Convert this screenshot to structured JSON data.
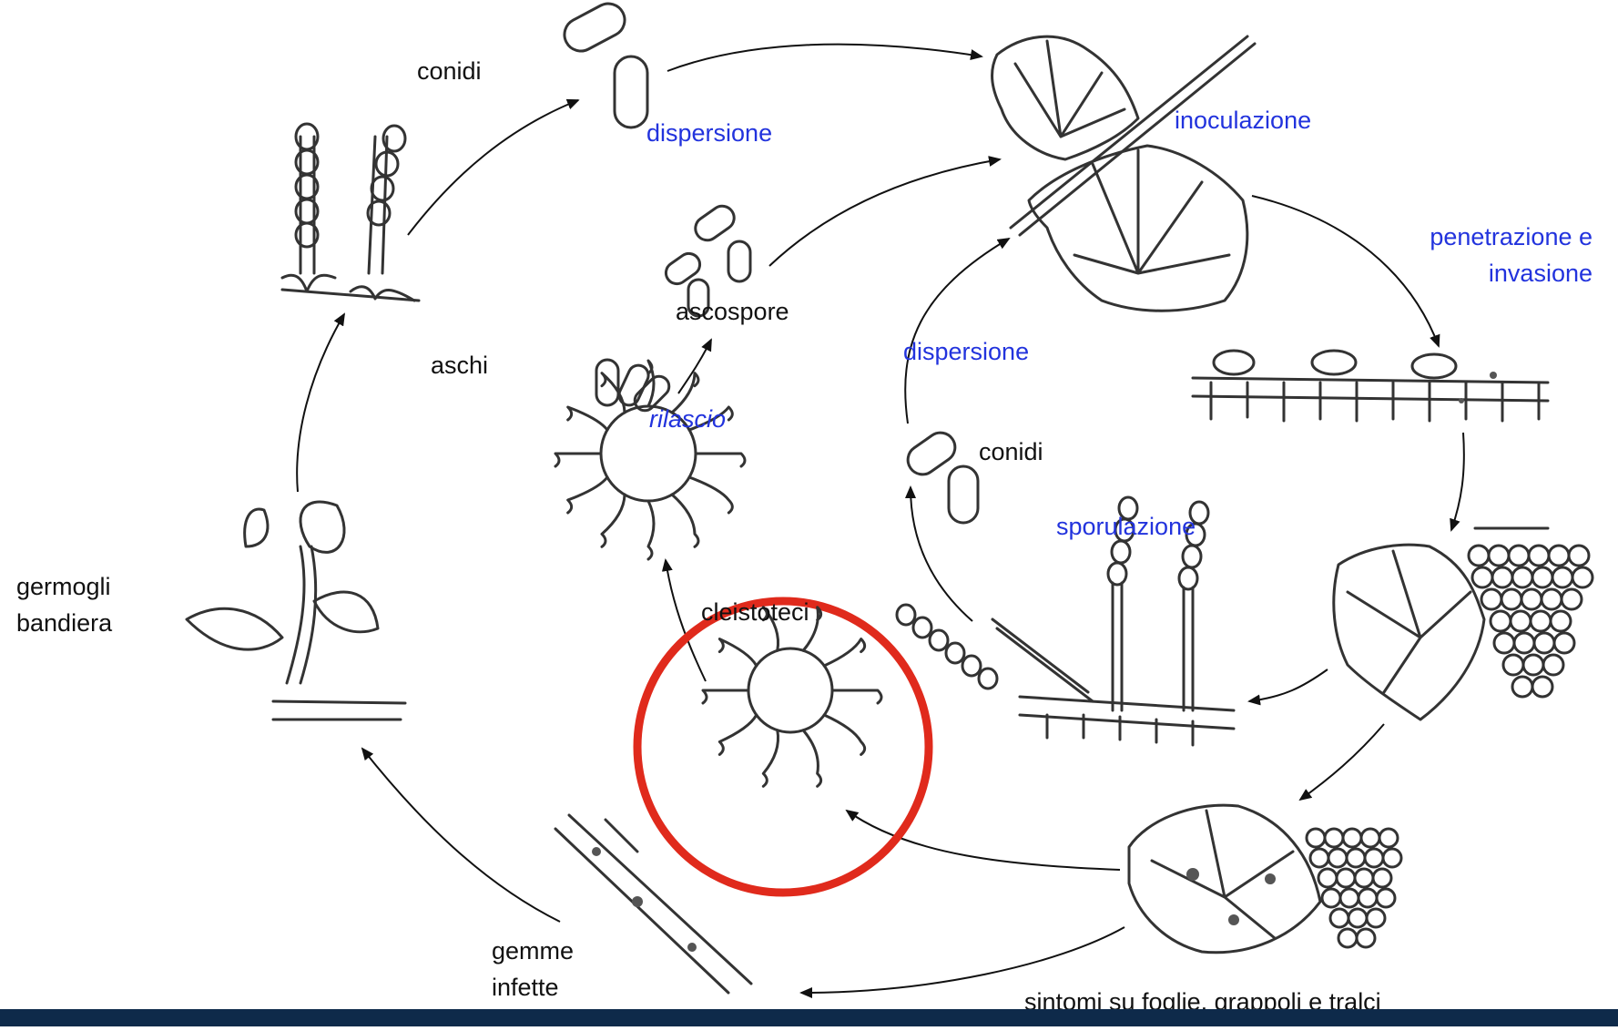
{
  "labels": {
    "conidi_top": "conidi",
    "dispersione_top": "dispersione",
    "inoculazione": "inoculazione",
    "penetrazione_line1": "penetrazione e",
    "penetrazione_line2": "invasione",
    "aschi": "aschi",
    "ascospore": "ascospore",
    "rilascio": "rilascio",
    "dispersione_mid": "dispersione",
    "conidi_mid": "conidi",
    "sporulazione": "sporulazione",
    "germogli_line1": "germogli",
    "germogli_line2": "bandiera",
    "cleistoteci": "cleistoteci",
    "gemme_line1": "gemme",
    "gemme_line2": "infette",
    "sintomi": "sintomi su foglie, grappoli e tralci"
  },
  "colors": {
    "process_label": "#2233dd",
    "highlight_circle": "#e02a1c",
    "footer": "#0e2a4a"
  }
}
